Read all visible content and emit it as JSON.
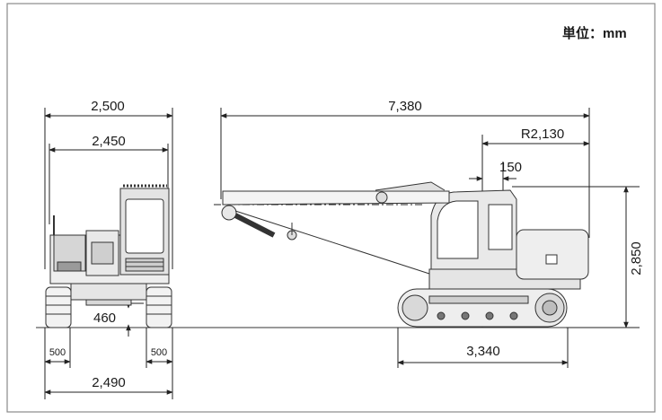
{
  "unit_label": "単位：mm",
  "front_view": {
    "overall_width": "2,500",
    "body_width": "2,450",
    "ground_clearance": "460",
    "track_shoe_left": "500",
    "track_shoe_right": "500",
    "track_gauge_width": "2,490"
  },
  "side_view": {
    "boom_length": "7,380",
    "tail_swing_radius": "R2,130",
    "offset": "150",
    "overall_height": "2,850",
    "track_length": "3,340"
  }
}
